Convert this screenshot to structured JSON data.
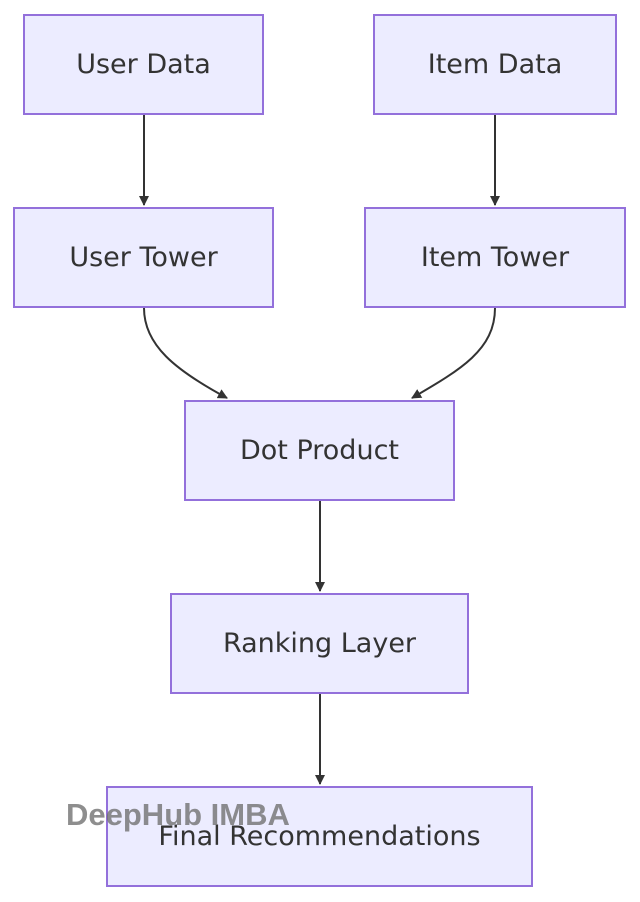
{
  "diagram": {
    "type": "flowchart",
    "colors": {
      "node_fill": "#ECECFF",
      "node_border": "#9370DB",
      "edge": "#333333",
      "text": "#333333"
    },
    "nodes": {
      "user_data": "User Data",
      "item_data": "Item Data",
      "user_tower": "User Tower",
      "item_tower": "Item Tower",
      "dot_product": "Dot Product",
      "ranking_layer": "Ranking Layer",
      "final_recommendations": "Final Recommendations"
    },
    "edges": [
      {
        "from": "User Data",
        "to": "User Tower"
      },
      {
        "from": "Item Data",
        "to": "Item Tower"
      },
      {
        "from": "User Tower",
        "to": "Dot Product"
      },
      {
        "from": "Item Tower",
        "to": "Dot Product"
      },
      {
        "from": "Dot Product",
        "to": "Ranking Layer"
      },
      {
        "from": "Ranking Layer",
        "to": "Final Recommendations"
      }
    ]
  },
  "watermark": "DeepHub IMBA"
}
